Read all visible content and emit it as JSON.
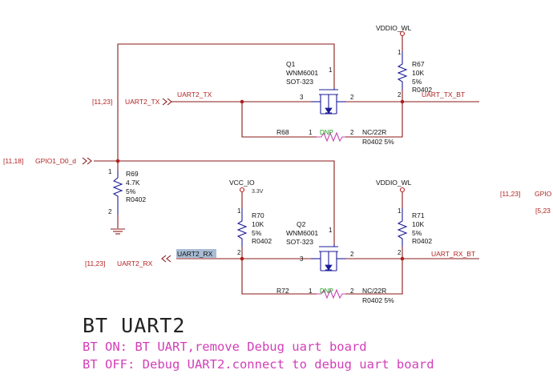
{
  "nets": {
    "gpio_ref": "[11,18]",
    "gpio": "GPIO1_D0_d",
    "uart_tx_ref": "[11,23]",
    "uart_tx": "UART2_TX",
    "uart_tx_wire": "UART2_TX",
    "uart_tx_bt": "UART_TX_BT",
    "uart_rx_ref": "[11,23]",
    "uart_rx": "UART2_RX",
    "uart_rx_wire": "UART2_RX",
    "uart_rx_bt": "UART_RX_BT",
    "vddio_top": "VDDIO_WL",
    "vddio_mid": "VDDIO_WL",
    "vcc_io": "VCC_IO",
    "vcc_io_value": "3.3V",
    "right_ref1": "[11,23]",
    "right_net1": "GPIO",
    "right_ref2": "[5,23"
  },
  "components": {
    "q1": {
      "ref": "Q1",
      "part": "WNM6001",
      "package": "SOT-323",
      "pin1": "1",
      "pin2": "2",
      "pin3": "3"
    },
    "q2": {
      "ref": "Q2",
      "part": "WNM6001",
      "package": "SOT-323",
      "pin1": "1",
      "pin2": "2",
      "pin3": "3"
    },
    "r67": {
      "ref": "R67",
      "value": "10K",
      "tol": "5%",
      "package": "R0402",
      "pin1": "1",
      "pin2": "2"
    },
    "r69": {
      "ref": "R69",
      "value": "4.7K",
      "tol": "5%",
      "package": "R0402",
      "pin1": "1",
      "pin2": "2"
    },
    "r70": {
      "ref": "R70",
      "value": "10K",
      "tol": "5%",
      "package": "R0402",
      "pin1": "1",
      "pin2": "2"
    },
    "r71": {
      "ref": "R71",
      "value": "10K",
      "tol": "5%",
      "package": "R0402",
      "pin1": "1",
      "pin2": "2"
    },
    "r68": {
      "ref": "R68",
      "dnp": "DNP",
      "value": "NC/22R",
      "package_tol": "R0402 5%",
      "pin1": "1",
      "pin2": "2"
    },
    "r72": {
      "ref": "R72",
      "dnp": "DNP",
      "value": "NC/22R",
      "package_tol": "R0402 5%",
      "pin1": "1",
      "pin2": "2"
    }
  },
  "notes": {
    "title": "BT UART2",
    "line1": "BT ON: BT UART,remove Debug uart board",
    "line2": "BT OFF: Debug UART2.connect to debug uart board"
  }
}
